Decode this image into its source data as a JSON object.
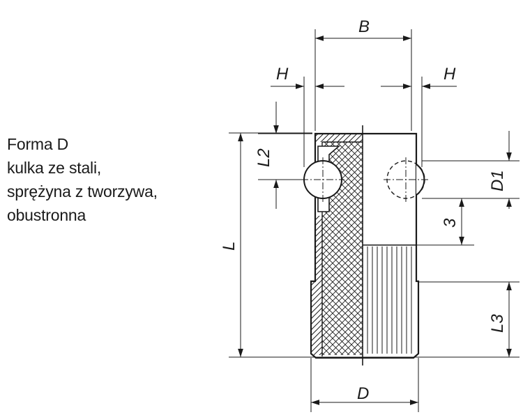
{
  "caption": {
    "line1": "Forma D",
    "line2": "kulka ze stali,",
    "line3": "sprężyna z tworzywa,",
    "line4": "obustronna"
  },
  "dimensions": {
    "b": "B",
    "h_left": "H",
    "h_right": "H",
    "l2": "L2",
    "l": "L",
    "d1": "D1",
    "three": "3",
    "l3": "L3",
    "d": "D"
  },
  "colors": {
    "ink": "#1a1a1a",
    "background": "#ffffff"
  }
}
